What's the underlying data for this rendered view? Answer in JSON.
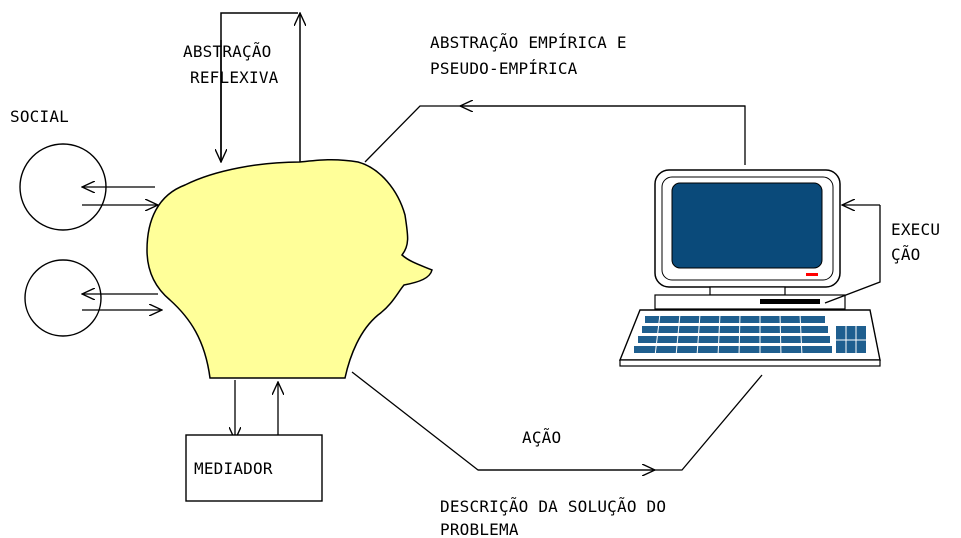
{
  "labels": {
    "abstracao_reflexiva_1": "ABSTRAÇÃO",
    "abstracao_reflexiva_2": "REFLEXIVA",
    "abstracao_empirica_1": "ABSTRAÇÃO EMPÍRICA E",
    "abstracao_empirica_2": "PSEUDO-EMPÍRICA",
    "social": "SOCIAL",
    "execucao_1": "EXECU",
    "execucao_2": "ÇÃO",
    "acao": "AÇÃO",
    "mediador": "MEDIADOR",
    "descricao_1": "DESCRIÇÃO DA SOLUÇÃO DO",
    "descricao_2": "PROBLEMA"
  },
  "colors": {
    "head_fill": "#FFFF99",
    "screen_fill": "#0A4A7A",
    "keyboard_keys": "#1F5F8F",
    "indicator": "#FF0000",
    "stroke": "#000000"
  },
  "icons": [
    "head-icon",
    "computer-icon",
    "social-circle-icon"
  ]
}
